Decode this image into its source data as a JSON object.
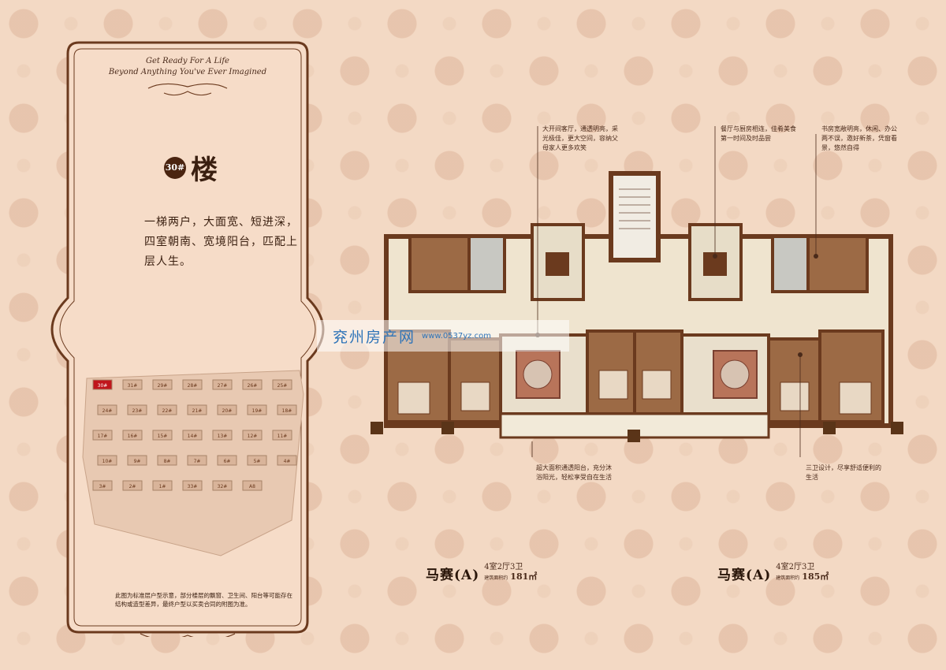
{
  "panel": {
    "tagline_1": "Get Ready For A Life",
    "tagline_2": "Beyond Anything You've Ever Imagined",
    "building_number": "30#",
    "building_char": "楼",
    "description": "一梯两户，大面宽、短进深，四室朝南、宽境阳台，匹配上层人生。",
    "disclaimer": "此图为标准层户型示意，部分楼层的飘窗、卫生间、阳台等可能存在结构或造型差异，最终户型以买卖合同的附图为准。"
  },
  "site_plan": {
    "buildings": [
      "30#",
      "31#",
      "29#",
      "28#",
      "27#",
      "26#",
      "25#",
      "24#",
      "23#",
      "22#",
      "21#",
      "20#",
      "19#",
      "18#",
      "17#",
      "16#",
      "15#",
      "14#",
      "13#",
      "12#",
      "11#",
      "10#",
      "9#",
      "8#",
      "7#",
      "6#",
      "5#",
      "4#",
      "3#",
      "2#",
      "1#",
      "33#",
      "32#",
      "A8"
    ],
    "highlight": "30#",
    "highlight_color": "#c0161c"
  },
  "callouts": {
    "living": "大开间客厅，通透明亮，采光极佳，更大空间，容纳父母家人更多欢笑",
    "dining": "餐厅与厨房相连，佳肴美食第一时间及时品尝",
    "study": "书房宽敞明亮，休闲、办公两不误，邀好新茶，凭窗看景，悠然自得",
    "balcony": "超大面积通透阳台，充分沐浴阳光，轻松享受自在生活",
    "bath": "三卫设计，尽享舒适便利的生活"
  },
  "units": [
    {
      "name": "马赛(A)",
      "layout": "4室2厅3卫",
      "area_label": "建筑面积约",
      "area": "181㎡"
    },
    {
      "name": "马赛(A)",
      "layout": "4室2厅3卫",
      "area_label": "建筑面积约",
      "area": "185㎡"
    }
  ],
  "watermark": {
    "text": "兖州房产网",
    "url": "www.0537yz.com"
  },
  "colors": {
    "background": "#f3d9c4",
    "frame": "#6b3a1e",
    "wall": "#8a5a3c",
    "floor_wood": "#9c6a45",
    "highlight": "#c0161c"
  }
}
